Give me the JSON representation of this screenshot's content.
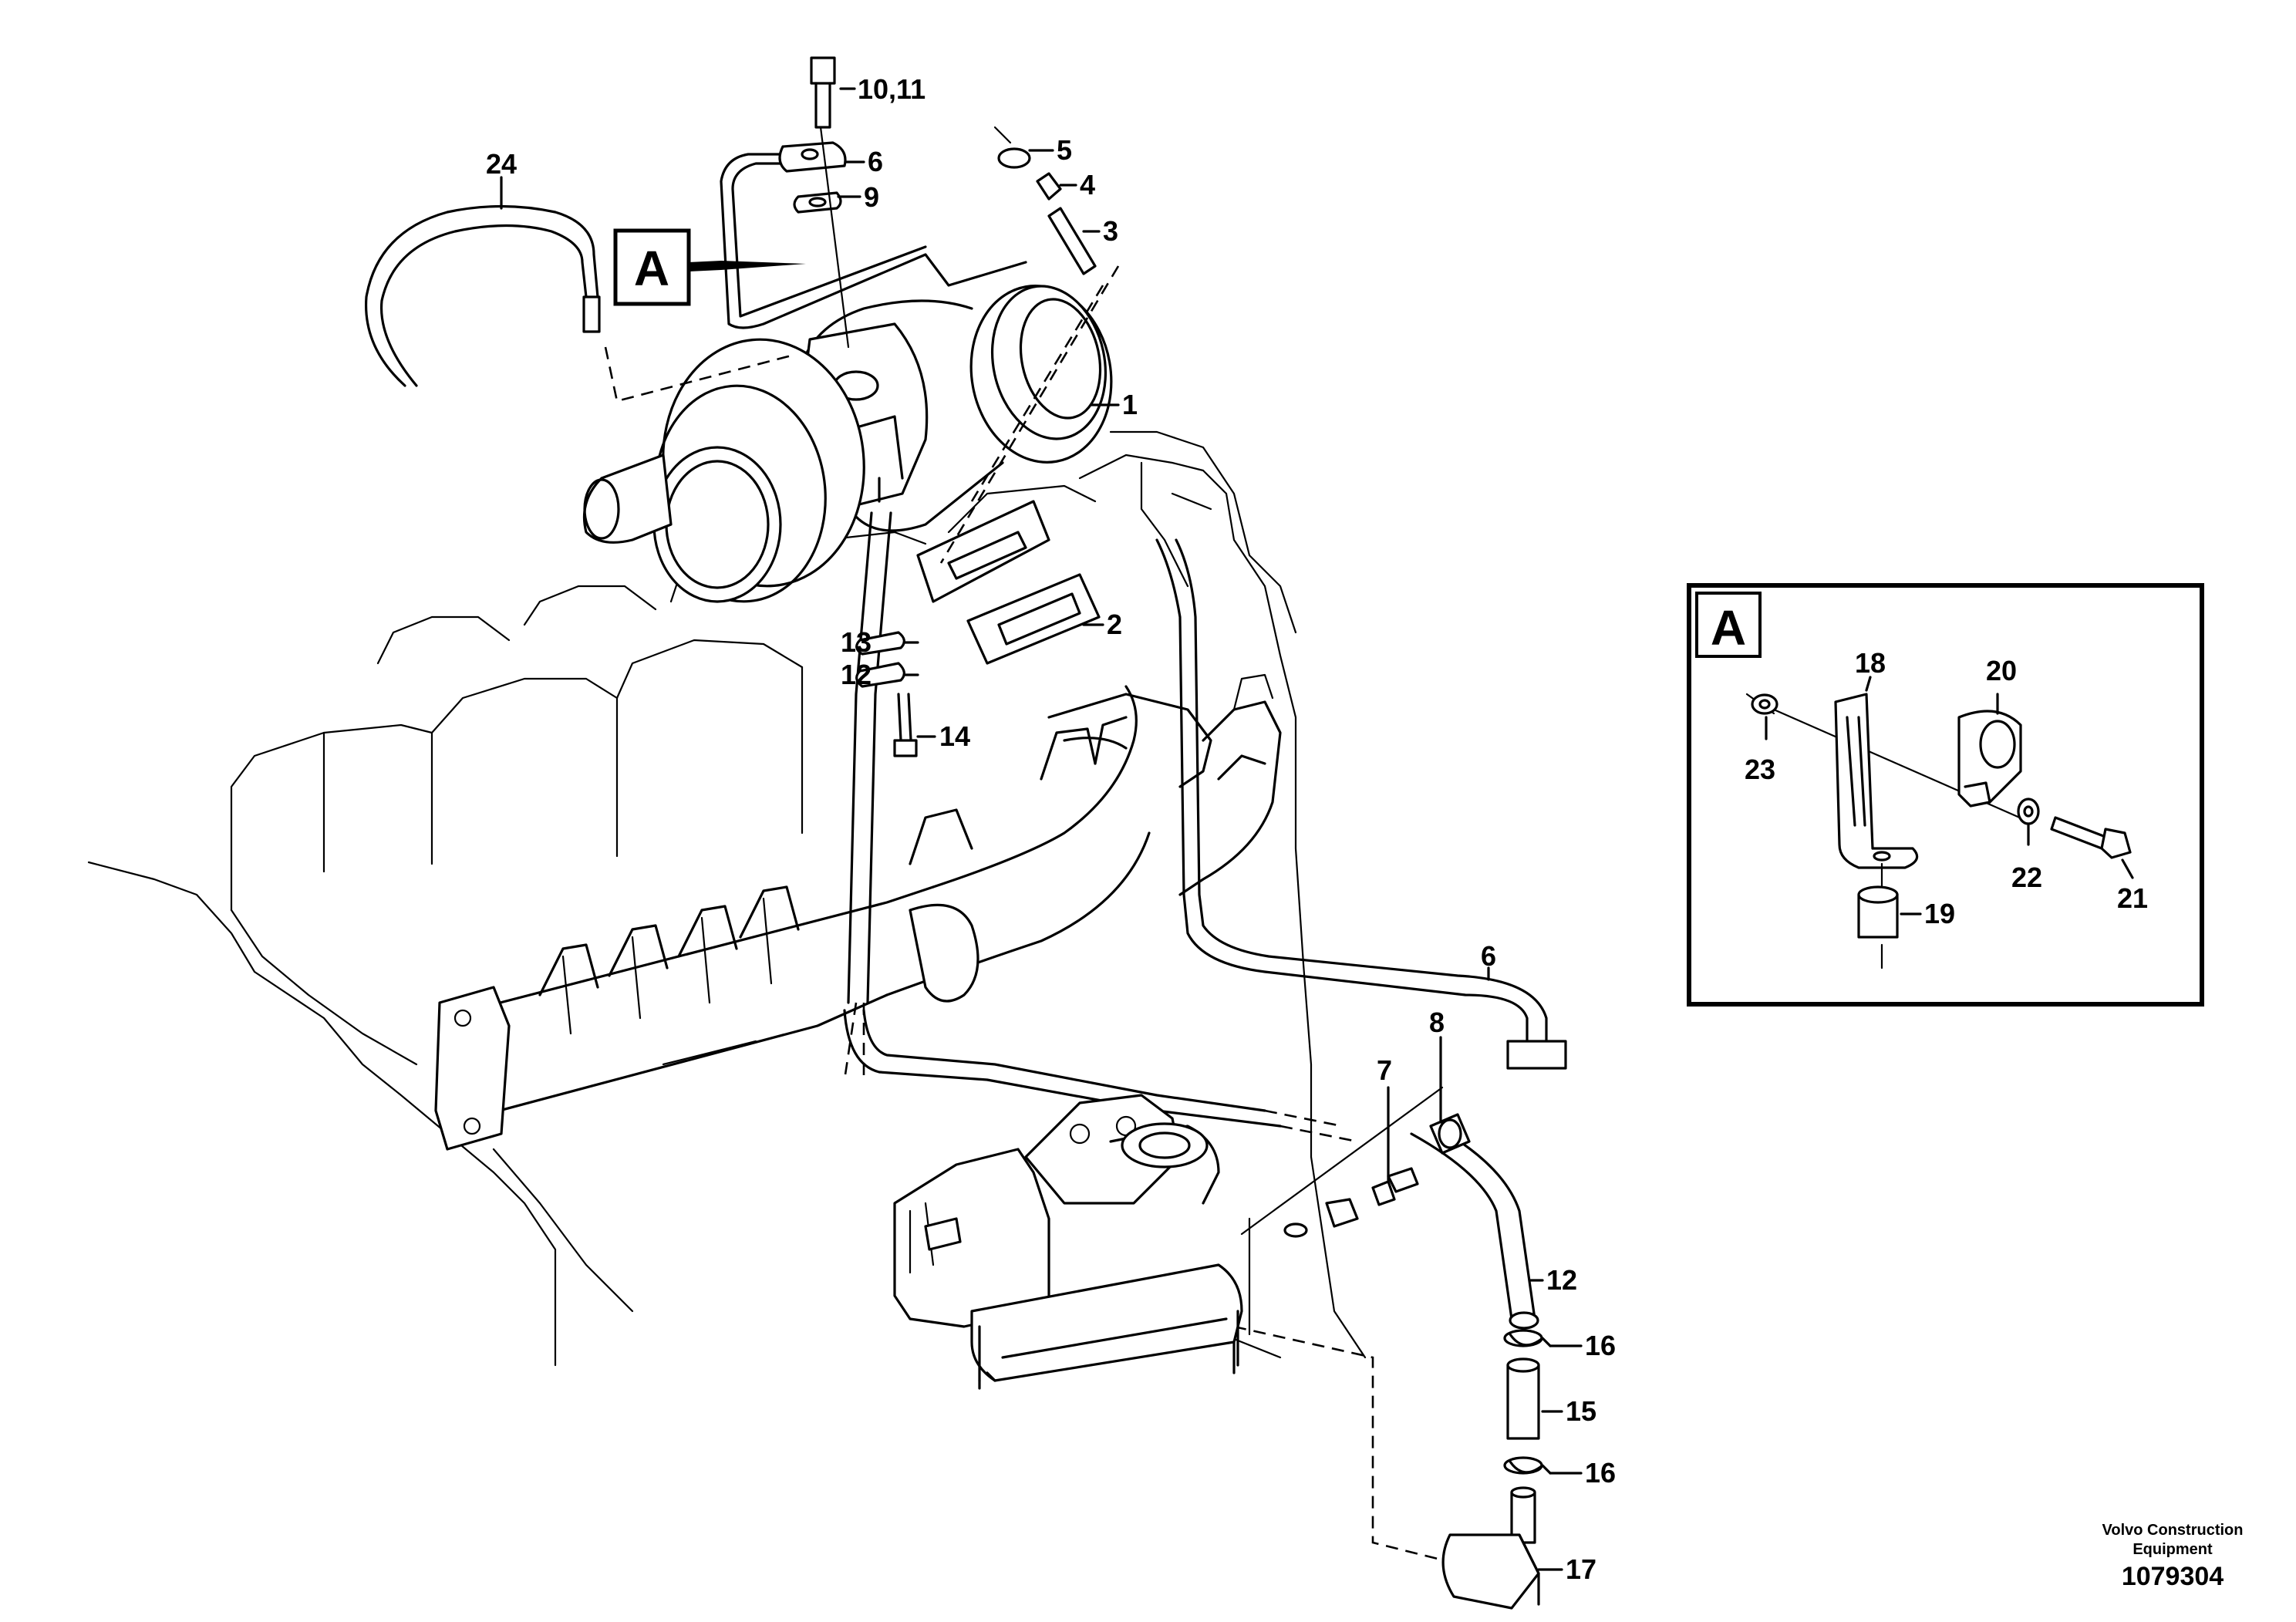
{
  "callouts": {
    "c1": "1",
    "c2": "2",
    "c3": "3",
    "c4": "4",
    "c5": "5",
    "c6a": "6",
    "c6b": "6",
    "c7": "7",
    "c8": "8",
    "c9": "9",
    "c10_11": "10,11",
    "c12a": "12",
    "c12b": "12",
    "c13": "13",
    "c14": "14",
    "c15": "15",
    "c16a": "16",
    "c16b": "16",
    "c17": "17",
    "c18": "18",
    "c19": "19",
    "c20": "20",
    "c21": "21",
    "c22": "22",
    "c23": "23",
    "c24": "24"
  },
  "view_ref": {
    "main_marker": "A",
    "detail_title": "A"
  },
  "footer": {
    "company_line1": "Volvo Construction",
    "company_line2": "Equipment",
    "doc_number": "1079304"
  }
}
